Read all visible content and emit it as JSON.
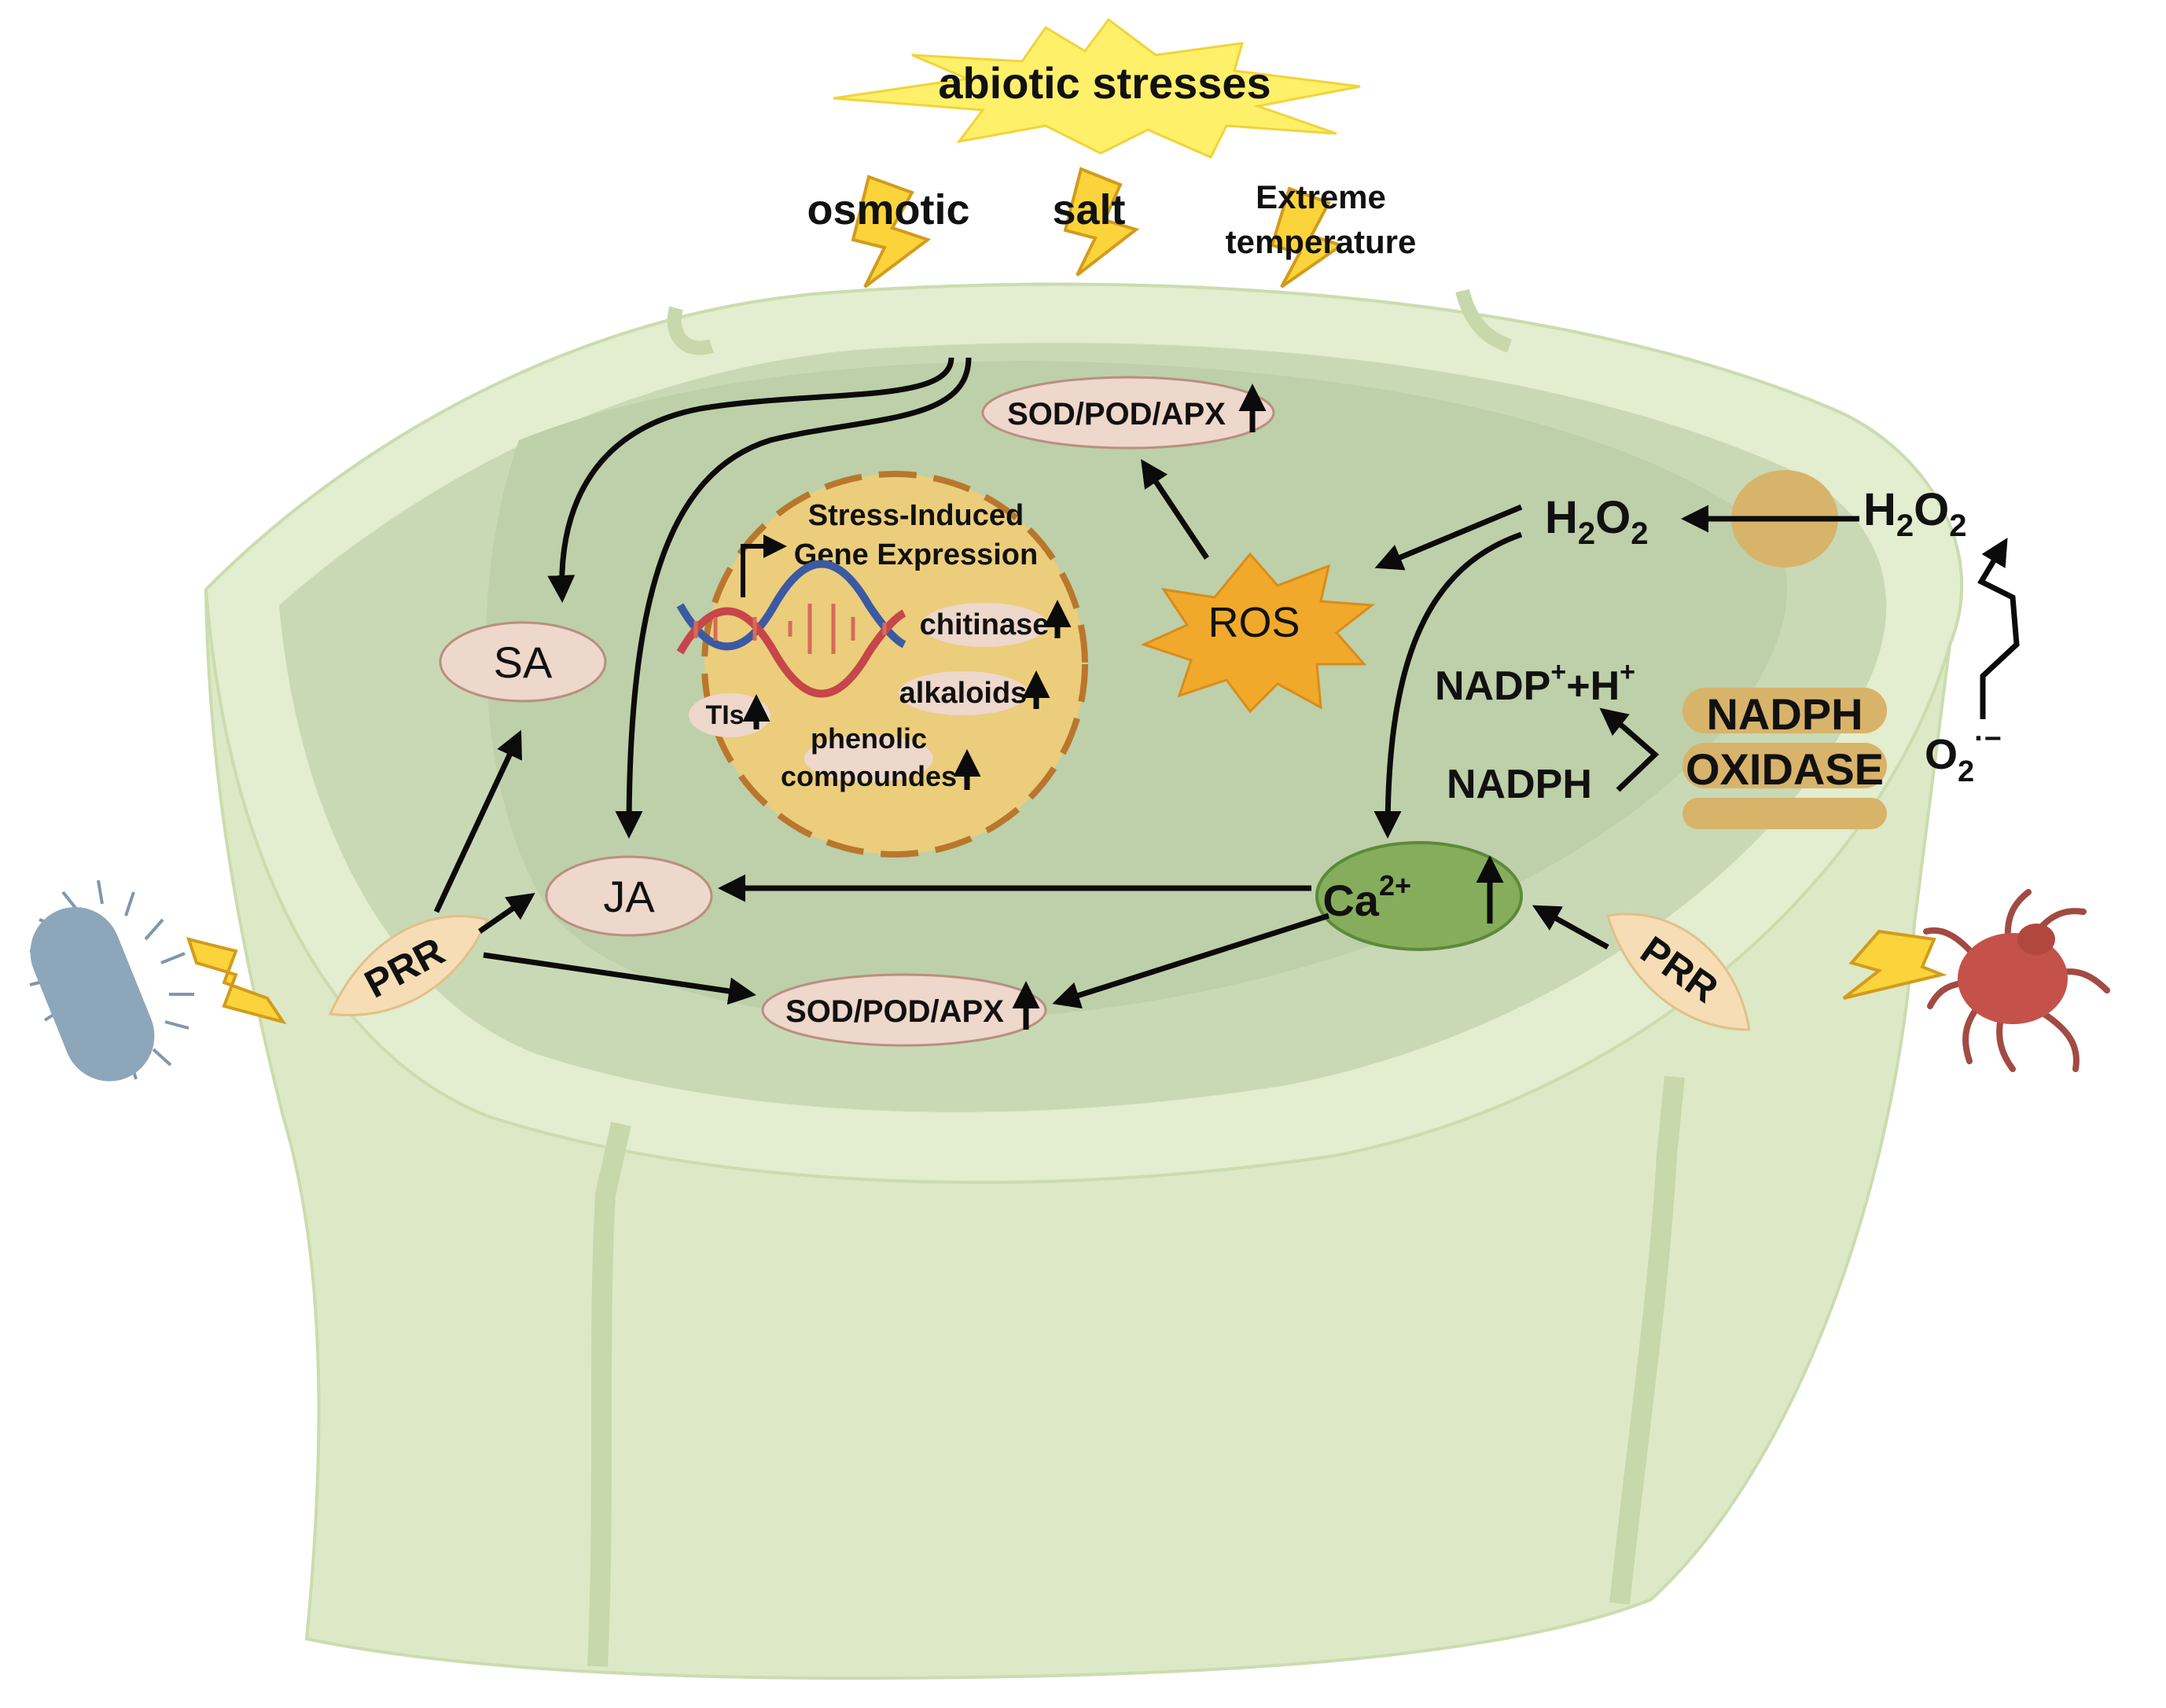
{
  "stress": {
    "abiotic": "abiotic stresses",
    "osmotic": "osmotic",
    "salt": "salt",
    "extreme_line1": "Extreme",
    "extreme_line2": "temperature"
  },
  "nucleus": {
    "title_line1": "Stress-Induced",
    "title_line2": "Gene Expression",
    "chitinase": "chitinase",
    "alkaloids": "alkaloids",
    "tis": "TIs",
    "phenolic_line1": "phenolic",
    "phenolic_line2": "compoundes"
  },
  "labels": {
    "sa": "SA",
    "ja": "JA",
    "ros": "ROS",
    "sod_top": "SOD/POD/APX",
    "sod_bottom": "SOD/POD/APX",
    "prr_left": "PRR",
    "prr_right": "PRR",
    "ca": "Ca",
    "ca_sup": "2+",
    "h2o2_in_h": "H",
    "h2o2_in_2a": "2",
    "h2o2_in_o": "O",
    "h2o2_in_2b": "2",
    "h2o2_out_h": "H",
    "h2o2_out_2a": "2",
    "h2o2_out_o": "O",
    "h2o2_out_2b": "2",
    "nadp_a": "NADP",
    "nadp_sup1": "+",
    "nadp_b": "+H",
    "nadp_sup2": "+",
    "nadph": "NADPH",
    "oxidase_line1": "NADPH",
    "oxidase_line2": "OXIDASE",
    "o2_o": "O",
    "o2_sub": "2",
    "o2_sup": "·−"
  },
  "colors": {
    "cell_wall": "#dde9c6",
    "cytoplasm": "#c9d9b6",
    "vacuole": "#bccfa9",
    "nucleus_fill": "#ebcd7c",
    "nucleus_border": "#b9772d",
    "pink_oval": "#eed7cb",
    "ros": "#f0a92b",
    "calcium": "#86ad5b",
    "oxidase": "#d8b36a",
    "starburst": "#fff06a"
  }
}
